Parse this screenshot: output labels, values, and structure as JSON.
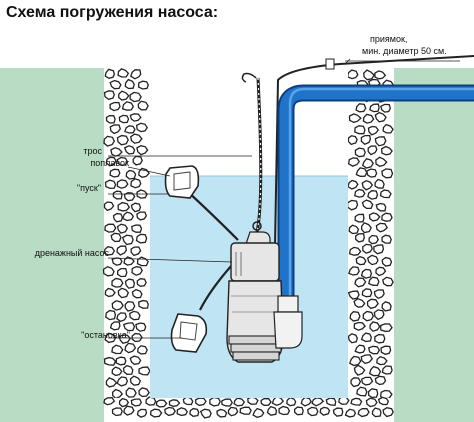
{
  "title": "Схема погружения насоса:",
  "labels": {
    "pit": "приямок,",
    "pit_diameter": "мин. диаметр 50 см.",
    "rope": "трос",
    "float": "поплавок",
    "start": "\"пуск\"",
    "pump": "дренажный насос",
    "stop": "\"остановка\""
  },
  "colors": {
    "ground": "#b9dcc4",
    "water": "#bfe4f4",
    "pipe": "#1f73c8",
    "stone_fill": "#ffffff",
    "stone_stroke": "#222222",
    "pump_body": "#e6e6e6"
  }
}
